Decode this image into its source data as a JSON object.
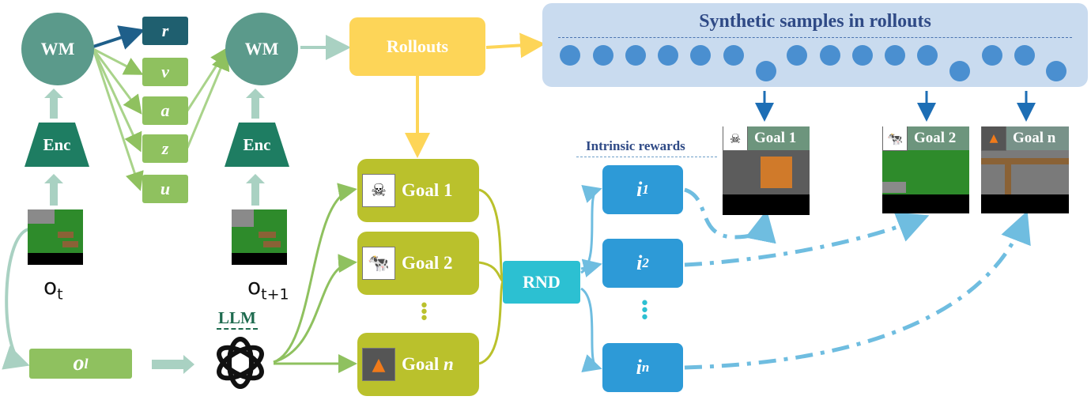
{
  "world_model": {
    "wm_left_label": "WM",
    "wm_right_label": "WM",
    "enc_left_label": "Enc",
    "enc_right_label": "Enc",
    "outputs": [
      "r",
      "v",
      "a",
      "z",
      "u"
    ]
  },
  "observations": {
    "o_t_base": "o",
    "o_t_sub": "t",
    "o_t1_base": "o",
    "o_t1_sub": "t+1",
    "o_l_base": "o",
    "o_l_sub": "l"
  },
  "llm_label": "LLM",
  "rollouts_label": "Rollouts",
  "panel_title": "Synthetic samples in rollouts",
  "goals": [
    {
      "label": "Goal 1",
      "icon": "skeleton-icon"
    },
    {
      "label": "Goal 2",
      "icon": "cow-icon"
    },
    {
      "label_base": "Goal ",
      "label_var": "n",
      "icon": "furnace-icon"
    }
  ],
  "rnd_label": "RND",
  "intrinsic_label": "Intrinsic rewards",
  "intrinsic": [
    {
      "base": "i",
      "sub": "1"
    },
    {
      "base": "i",
      "sub": "2"
    },
    {
      "base": "i",
      "sub": "n"
    }
  ],
  "screenshots": [
    {
      "label": "Goal 1",
      "icon": "skeleton-icon"
    },
    {
      "label": "Goal 2",
      "icon": "cow-icon"
    },
    {
      "label": "Goal n",
      "icon": "furnace-icon"
    }
  ],
  "colors": {
    "wm": "#5b9a8b",
    "enc": "#1e7d62",
    "output_box": "#8fc15f",
    "output_box_r": "#1f5f6f",
    "rollouts": "#fdd558",
    "goal_box": "#bac12c",
    "rnd": "#2cc0d2",
    "intrinsic_box": "#2d9ad7",
    "panel": "#c9dbef"
  }
}
